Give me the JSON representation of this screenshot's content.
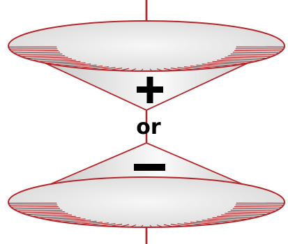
{
  "labels": {
    "plus": "+",
    "or": "or",
    "minus": "−"
  },
  "colors": {
    "outline": "#b3262a",
    "surface_light": "#f5f5f5",
    "surface_dark": "#c8c8c8",
    "axis": "#b3262a",
    "text": "#000000"
  },
  "cones": [
    {
      "name": "upper-cone",
      "orientation": "down"
    },
    {
      "name": "lower-cone",
      "orientation": "up"
    }
  ]
}
